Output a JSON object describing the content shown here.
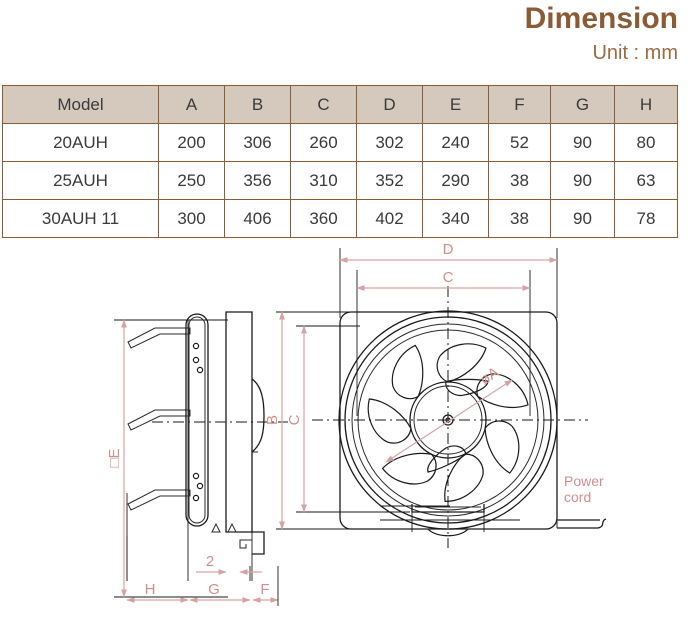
{
  "header": {
    "title": "Dimension",
    "unit_label": "Unit : mm",
    "title_color": "#8a5c36",
    "unit_color": "#9b6b43"
  },
  "table": {
    "header_bg": "#d5c9bd",
    "border_color": "#8a5c36",
    "columns": [
      "Model",
      "A",
      "B",
      "C",
      "D",
      "E",
      "F",
      "G",
      "H"
    ],
    "rows": [
      {
        "model": "20AUH",
        "A": "200",
        "B": "306",
        "C": "260",
        "D": "302",
        "E": "240",
        "F": "52",
        "G": "90",
        "H": "80"
      },
      {
        "model": "25AUH",
        "A": "250",
        "B": "356",
        "C": "310",
        "D": "352",
        "E": "290",
        "F": "38",
        "G": "90",
        "H": "63"
      },
      {
        "model": "30AUH 11",
        "A": "300",
        "B": "406",
        "C": "360",
        "D": "402",
        "E": "340",
        "F": "38",
        "G": "90",
        "H": "78"
      }
    ]
  },
  "drawing": {
    "dimension_color": "#d6a3a3",
    "label_color": "#d08f8f",
    "line_color": "#1a1a1a",
    "side_view": {
      "labels": {
        "height": "□E",
        "depth_h": "H",
        "depth_g": "G",
        "depth_f": "F",
        "gap": "2"
      }
    },
    "front_view": {
      "labels": {
        "outer_width": "D",
        "inner_width": "C",
        "outer_height": "B",
        "inner_height": "C",
        "fan_diameter": "øA"
      },
      "annotation": {
        "power_cord_line1": "Power",
        "power_cord_line2": "cord"
      }
    }
  }
}
